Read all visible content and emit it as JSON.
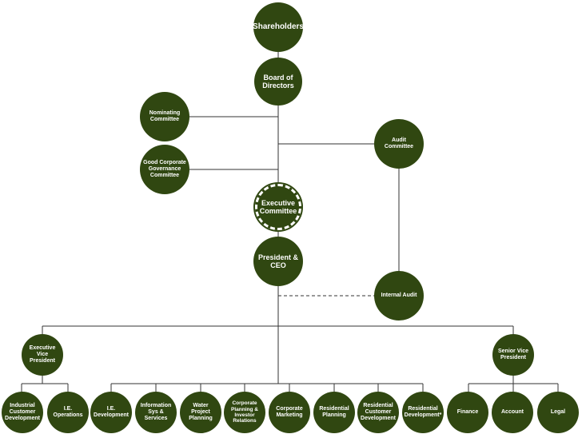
{
  "org_chart": {
    "shareholders": "Shareholders",
    "board": "Board of Directors",
    "nominating": "Nominating Committee",
    "good_governance": "Good Corporate Governance Committee",
    "audit_committee": "Audit Committee",
    "executive_committee": "Executive Committee",
    "president": "President & CEO",
    "internal_audit": "Internal Audit",
    "evp": "Executive Vice President",
    "svp": "Senior Vice President",
    "industrial_customer_dev": "Industrial Customer Development",
    "ie_operations": "I.E. Operations",
    "ie_development": "I.E. Development",
    "info_sys": "Information Sys & Services",
    "water_project": "Water Project Planning",
    "corp_planning": "Corporate Planning & Investor Relations",
    "corp_marketing": "Corporate Marketing",
    "residential_planning": "Residential Planning",
    "residential_customer_dev": "Residential Customer Development",
    "residential_dev": "Residential Development*",
    "finance": "Finance",
    "account": "Account",
    "legal": "Legal"
  }
}
